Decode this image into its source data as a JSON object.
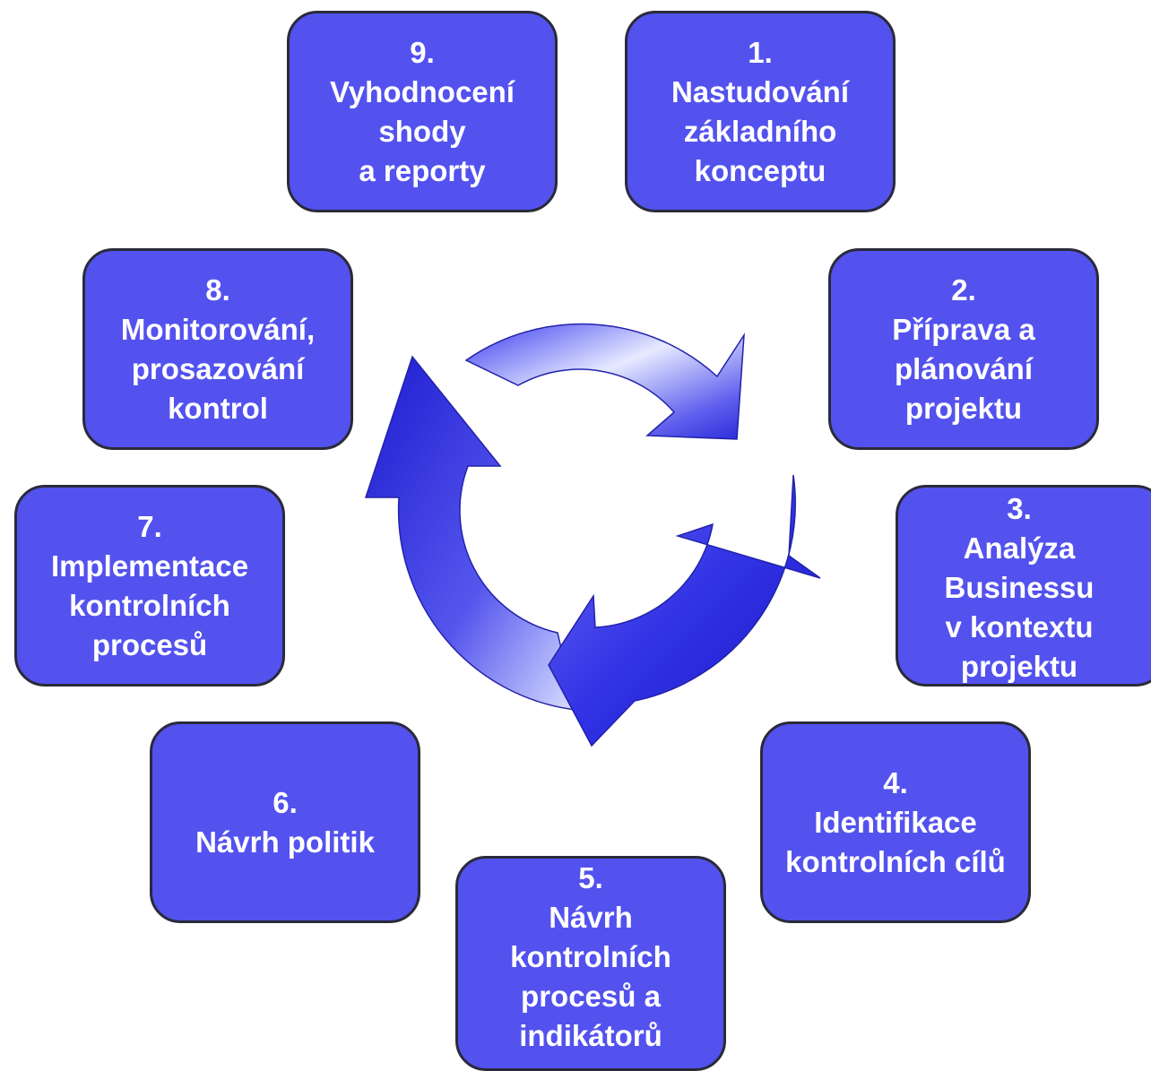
{
  "steps": [
    {
      "number": "1.",
      "lines": [
        "Nastudování",
        "základního",
        "konceptu"
      ]
    },
    {
      "number": "2.",
      "lines": [
        "Příprava a",
        "plánování",
        "projektu"
      ]
    },
    {
      "number": "3.",
      "lines": [
        "Analýza",
        "Businessu",
        "v kontextu",
        "projektu"
      ]
    },
    {
      "number": "4.",
      "lines": [
        "Identifikace",
        "kontrolních cílů"
      ]
    },
    {
      "number": "5.",
      "lines": [
        "Návrh",
        "kontrolních",
        "procesů a",
        "indikátorů"
      ]
    },
    {
      "number": "6.",
      "lines": [
        "Návrh politik"
      ]
    },
    {
      "number": "7.",
      "lines": [
        "Implementace",
        "kontrolních",
        "procesů"
      ]
    },
    {
      "number": "8.",
      "lines": [
        "Monitorování,",
        "prosazování",
        "kontrol"
      ]
    },
    {
      "number": "9.",
      "lines": [
        "Vyhodnocení",
        "shody",
        "a reporty"
      ]
    }
  ],
  "colors": {
    "box_fill": "#5352ee",
    "box_border": "#2a2a3a",
    "text": "#ffffff",
    "arrow_light": "#e8ecff",
    "arrow_dark": "#1a1acc"
  },
  "cycle_icon": "circular-arrows-icon"
}
